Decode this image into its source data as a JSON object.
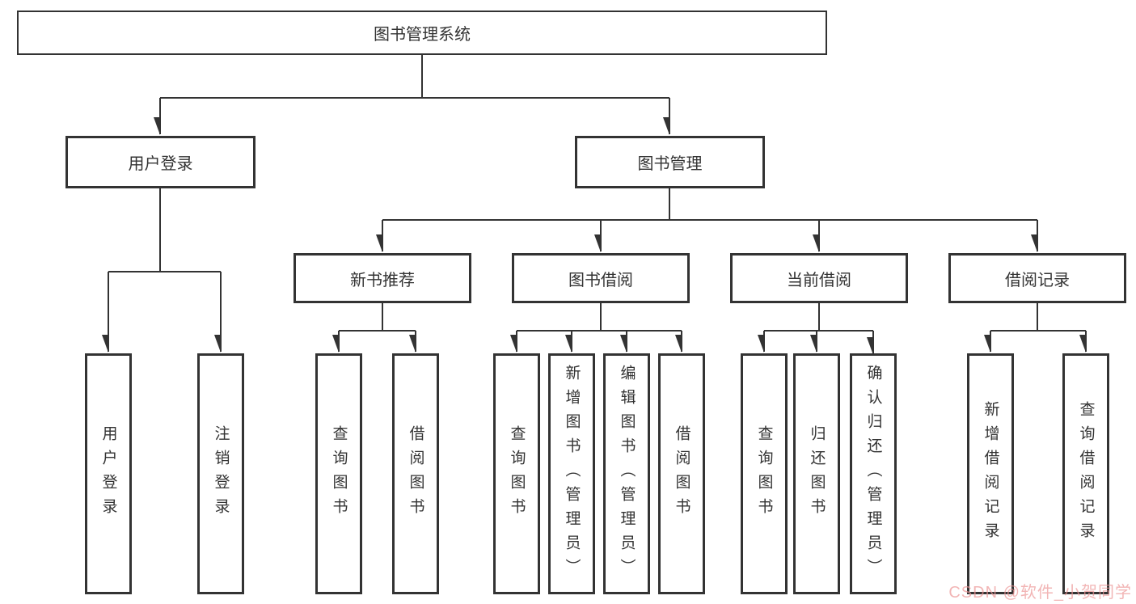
{
  "colors": {
    "line": "#333333",
    "box_border": "#333333",
    "text": "#333333",
    "watermark_pink": "#EC9696",
    "background": "#FFFFFF"
  },
  "watermark": {
    "text": "CSDN @软件_小贺同学"
  },
  "diagram": {
    "root": {
      "label": "图书管理系统"
    },
    "level2": {
      "user_login": {
        "label": "用户登录"
      },
      "book_management": {
        "label": "图书管理"
      }
    },
    "level3": {
      "new_book_recommend": {
        "label": "新书推荐"
      },
      "book_borrow": {
        "label": "图书借阅"
      },
      "current_borrow": {
        "label": "当前借阅"
      },
      "borrow_records": {
        "label": "借阅记录"
      }
    },
    "leaves": {
      "user_login": [
        "用户登录",
        "注销登录"
      ],
      "new_book_recommend": [
        "查询图书",
        "借阅图书"
      ],
      "book_borrow": [
        "查询图书",
        "新增图书（管理员）",
        "编辑图书（管理员）",
        "借阅图书"
      ],
      "current_borrow": [
        "查询图书",
        "归还图书",
        "确认归还（管理员）"
      ],
      "borrow_records": [
        "新增借阅记录",
        "查询借阅记录"
      ]
    }
  }
}
